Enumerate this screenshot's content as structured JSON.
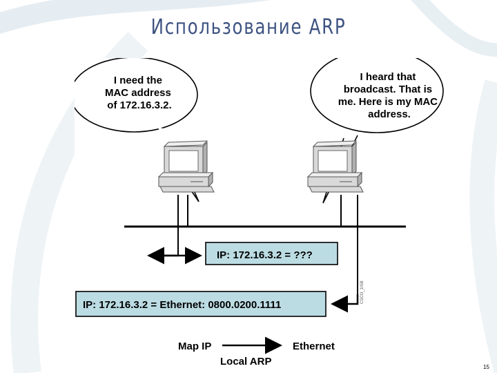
{
  "title": "Использование ARP",
  "bubbles": {
    "left": [
      "I need the",
      "MAC address",
      "of 172.16.3.2."
    ],
    "right": [
      "I heard that",
      "broadcast. That is",
      "me. Here is my MAC",
      "address."
    ]
  },
  "request_box": "IP: 172.16.3.2 = ???",
  "reply_box": "IP: 172.16.3.2 = Ethernet: 0800.0200.1111",
  "legend": {
    "from": "Map IP",
    "to": "Ethernet",
    "caption": "Local ARP"
  },
  "figure_id": "CSCO_1ISB",
  "page_number": "15",
  "colors": {
    "title": "#3e5382",
    "box_fill": "#bcdce3",
    "computer": "#d9d9d9"
  }
}
